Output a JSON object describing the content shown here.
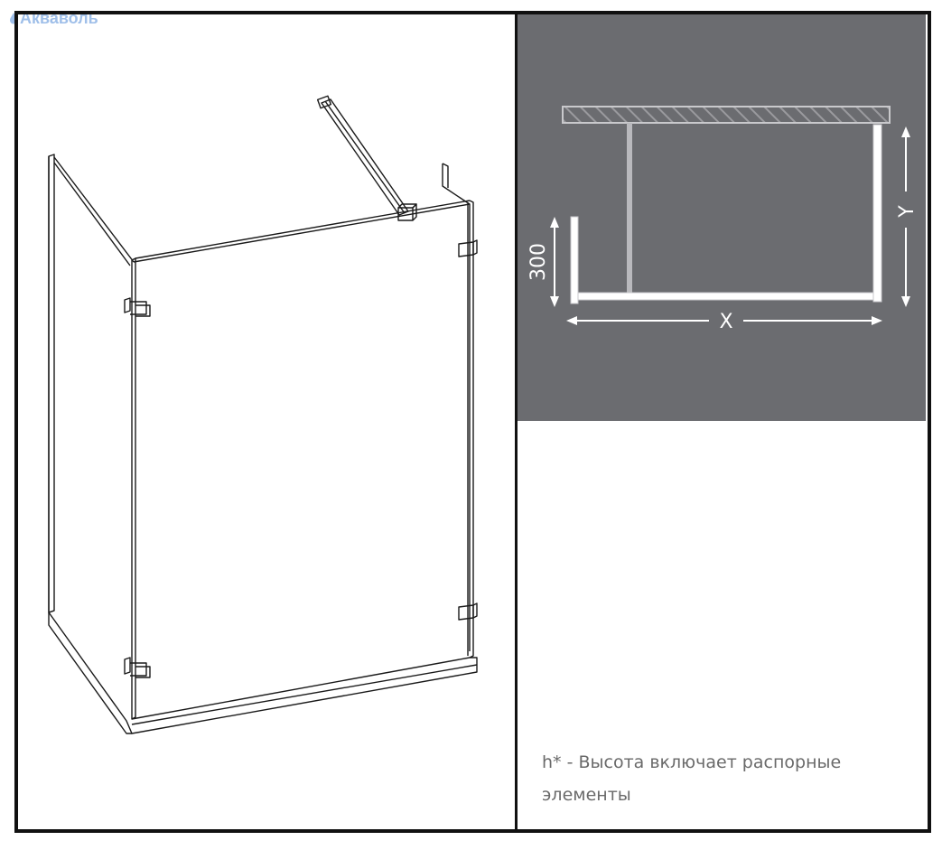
{
  "brand": {
    "logo_text": "Акваволь",
    "logo_color": "#8fb4e6"
  },
  "colors": {
    "frame": "#111111",
    "plan_background": "#6b6c70",
    "plan_lines": "#e6e6e6",
    "note_text": "#6a6a6a"
  },
  "plan": {
    "dim_x_label": "X",
    "dim_y_label": "Y",
    "dim_300_label": "300"
  },
  "note": {
    "line1": "h* - Высота включает распорные",
    "line2": "элементы"
  }
}
